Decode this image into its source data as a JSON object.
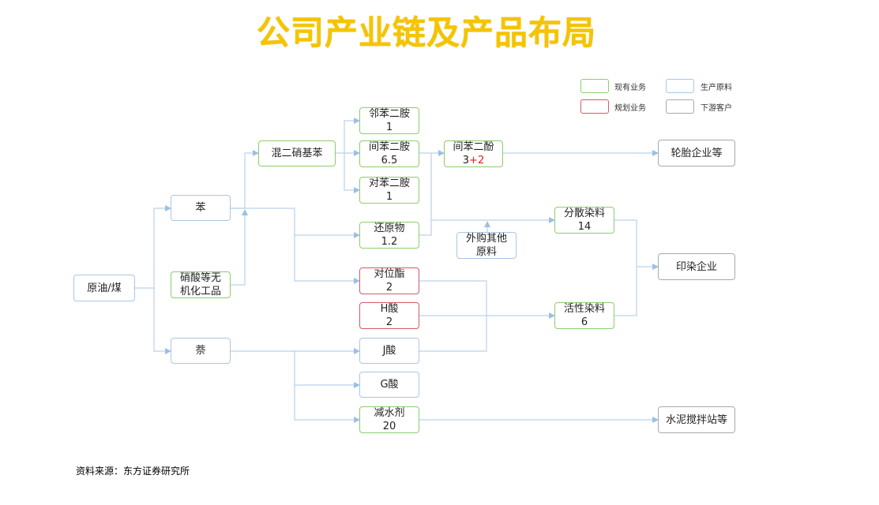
{
  "title": "公司产业链及产品布局",
  "legend": {
    "existing": "现有业务",
    "planned": "规划业务",
    "raw": "生产原料",
    "customer": "下游客户"
  },
  "nodes": {
    "crude": "原油/煤",
    "benzene": "苯",
    "nitric": [
      "硝酸等无",
      "机化工品"
    ],
    "naphthalene": "萘",
    "mixed_dnb": "混二硝基苯",
    "opd": [
      "邻苯二胺",
      "1"
    ],
    "mpd": [
      "间苯二胺",
      "6.5"
    ],
    "ppd": [
      "对苯二胺",
      "1"
    ],
    "reduct": [
      "还原物",
      "1.2"
    ],
    "resorcinol": [
      "间苯二酚",
      "3",
      "+2"
    ],
    "paraester": [
      "对位酯",
      "2"
    ],
    "h_acid": [
      "H酸",
      "2"
    ],
    "j_acid": "J酸",
    "g_acid": "G酸",
    "superplast": [
      "减水剂",
      "20"
    ],
    "purchased": [
      "外购其他",
      "原料"
    ],
    "disperse": [
      "分散染料",
      "14"
    ],
    "reactive": [
      "活性染料",
      "6"
    ],
    "tire": "轮胎企业等",
    "dyeing": "印染企业",
    "cement": "水泥搅拌站等"
  },
  "source": "资料来源：东方证券研究所",
  "colors": {
    "title": "#f5c400",
    "existing": "#8ccd6e",
    "planned": "#d65a64",
    "raw": "#a9c6e6",
    "customer": "#a9a9a9",
    "highlight": "#e02020"
  }
}
